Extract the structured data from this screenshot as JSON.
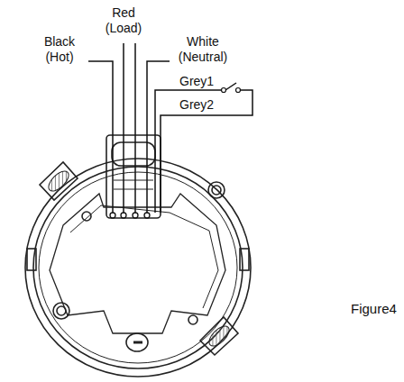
{
  "diagram": {
    "labels": [
      "Red (Load)",
      "Black (Hot)",
      "White (Neutral)",
      "Grey1",
      "Grey2",
      "Figure4"
    ]
  }
}
